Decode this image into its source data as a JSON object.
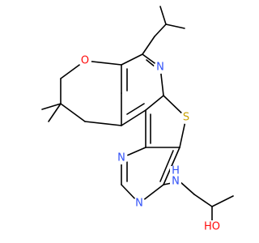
{
  "colors": {
    "carbon": "#000000",
    "oxygen": "#ff0d0d",
    "nitrogen": "#3050f8",
    "sulfur": "#c8a000"
  },
  "atoms": {
    "O_ring": {
      "text": "O",
      "element": "oxygen"
    },
    "N_pyridine": {
      "text": "N",
      "element": "nitrogen"
    },
    "S_thiophene": {
      "text": "S",
      "element": "sulfur"
    },
    "N_pyrimidine_left": {
      "text": "N",
      "element": "nitrogen"
    },
    "N_pyrimidine_bottom": {
      "text": "N",
      "element": "nitrogen"
    },
    "NH_amine": {
      "text": "H",
      "element": "nitrogen"
    },
    "N_amine": {
      "text": "N",
      "element": "nitrogen"
    },
    "OH_hydroxyl": {
      "text": "HO",
      "element": "oxygen"
    }
  }
}
